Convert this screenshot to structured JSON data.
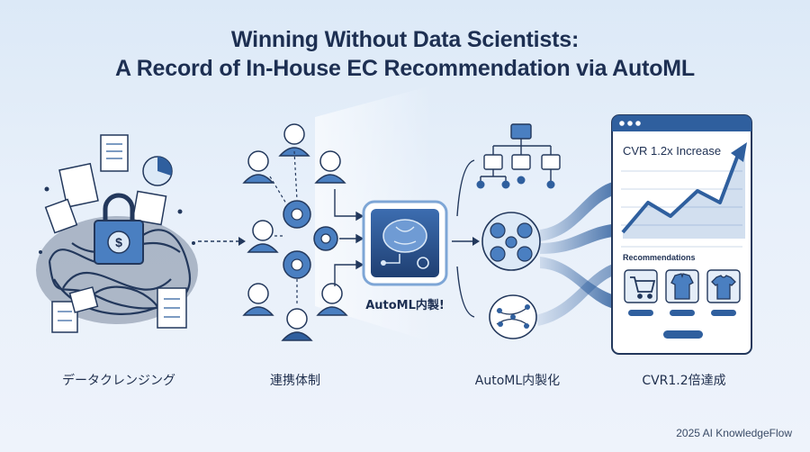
{
  "title": {
    "line1": "Winning Without Data Scientists:",
    "line2": "A Record of In-House EC Recommendation via AutoML"
  },
  "stages": [
    {
      "label": "データクレンジング",
      "icon": "data-lock-icon"
    },
    {
      "label": "連携体制",
      "icon": "team-gears-icon"
    },
    {
      "label": "AutoML内製化",
      "icon": "model-tree-icon"
    },
    {
      "label": "CVR1.2倍達成",
      "icon": "dashboard-chart-icon"
    }
  ],
  "automl_chip": {
    "caption": "AutoML内製!"
  },
  "dashboard": {
    "headline": "CVR 1.2x Increase",
    "recommendations_label": "Recommendations",
    "items": [
      "cart-icon",
      "shirt-icon",
      "tshirt-icon"
    ]
  },
  "footer": "2025 AI KnowledgeFlow",
  "colors": {
    "navy": "#1d2f52",
    "blue": "#2f5f9e",
    "light": "#dce9f7",
    "accent": "#4a7fc1"
  }
}
